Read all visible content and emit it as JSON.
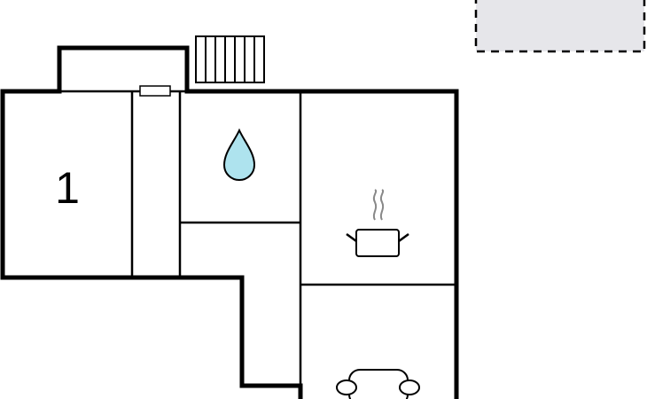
{
  "floor_plan": {
    "rooms": [
      {
        "id": "bedroom",
        "label": "1"
      },
      {
        "id": "hallway",
        "label": ""
      },
      {
        "id": "bathroom",
        "label": "",
        "icon": "water-drop-icon"
      },
      {
        "id": "corridor",
        "label": ""
      },
      {
        "id": "kitchen",
        "label": "",
        "icon": "cooking-pot-icon"
      },
      {
        "id": "living-room",
        "label": "",
        "icon": "sofa-icon"
      }
    ],
    "features": [
      "stairs",
      "window",
      "outdoor-area"
    ],
    "colors": {
      "wall": "#000000",
      "background": "#ffffff",
      "water": "#aee3ee",
      "outdoor_area": "#e6e6ea",
      "steam": "#888888"
    }
  }
}
